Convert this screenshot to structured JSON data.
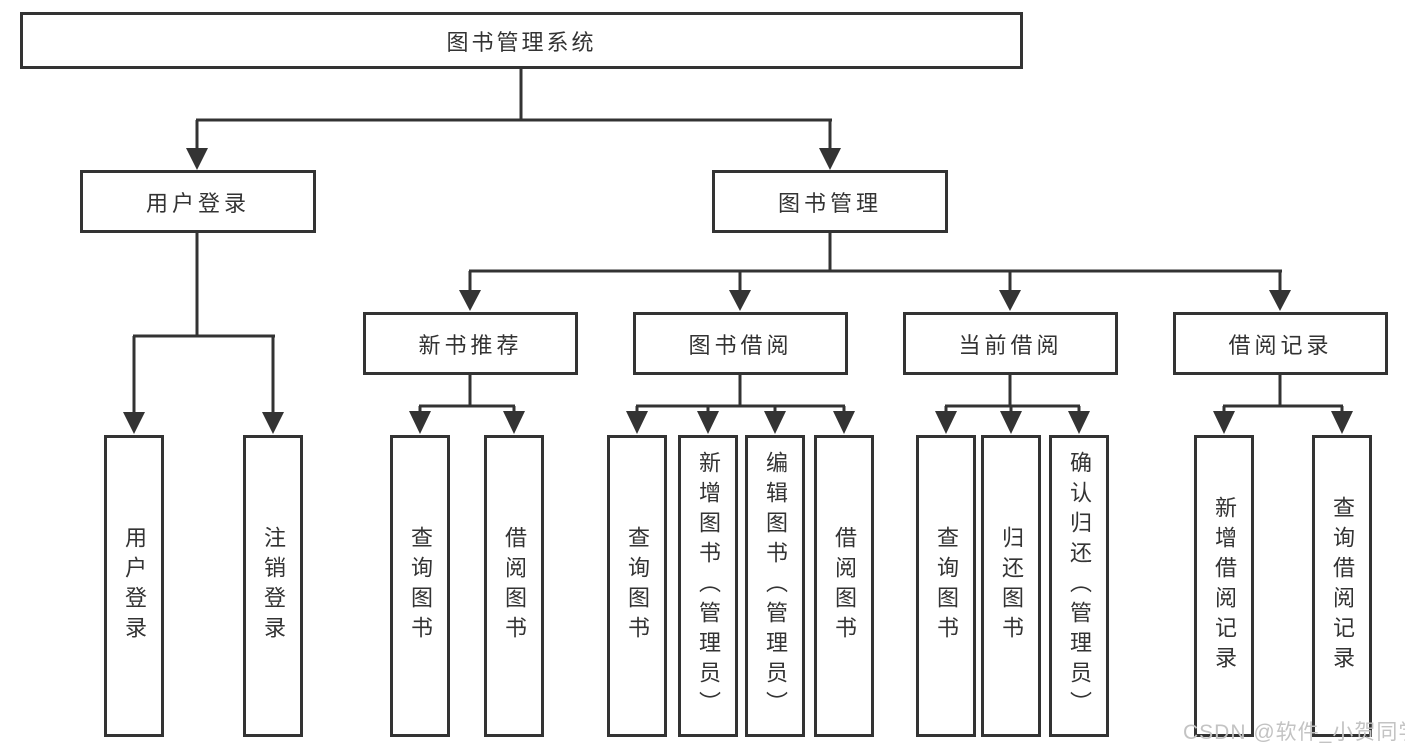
{
  "tree": {
    "label": "图书管理系统",
    "children": [
      {
        "label": "用户登录",
        "children": [
          {
            "label": "用户登录"
          },
          {
            "label": "注销登录"
          }
        ]
      },
      {
        "label": "图书管理",
        "children": [
          {
            "label": "新书推荐",
            "children": [
              {
                "label": "查询图书"
              },
              {
                "label": "借阅图书"
              }
            ]
          },
          {
            "label": "图书借阅",
            "children": [
              {
                "label": "查询图书"
              },
              {
                "label": "新增图书（管理员）"
              },
              {
                "label": "编辑图书（管理员）"
              },
              {
                "label": "借阅图书"
              }
            ]
          },
          {
            "label": "当前借阅",
            "children": [
              {
                "label": "查询图书"
              },
              {
                "label": "归还图书"
              },
              {
                "label": "确认归还（管理员）"
              }
            ]
          },
          {
            "label": "借阅记录",
            "children": [
              {
                "label": "新增借阅记录"
              },
              {
                "label": "查询借阅记录"
              }
            ]
          }
        ]
      }
    ]
  },
  "watermark": {
    "text": "CSDN @软件_小贺同学"
  },
  "colors": {
    "line": "#333333",
    "box_border": "#333333",
    "text": "#333333",
    "watermark": "#c3c3c3",
    "background": "#ffffff"
  }
}
